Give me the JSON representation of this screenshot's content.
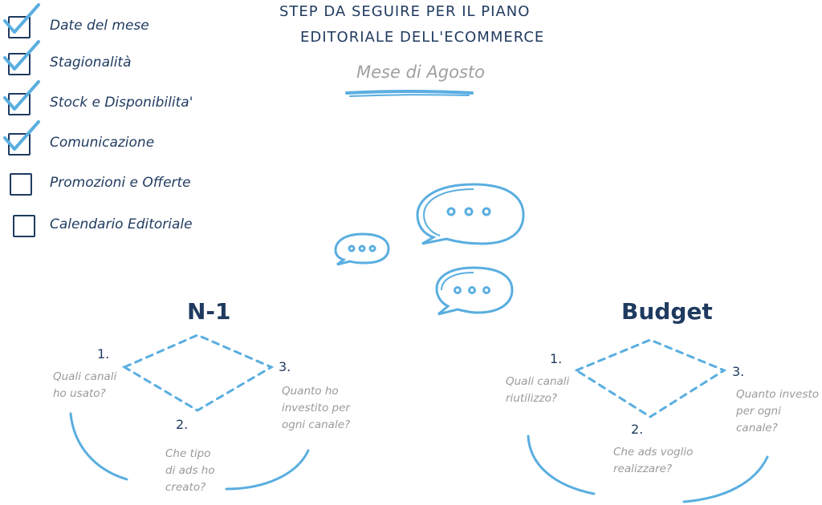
{
  "header": {
    "title_line1": "STEP DA SEGUIRE PER IL PIANO",
    "title_line2": "EDITORIALE DELL'ECOMMERCE",
    "subtitle": "Mese di Agosto"
  },
  "checklist": [
    {
      "label": "Date del mese",
      "checked": true
    },
    {
      "label": "Stagionalità",
      "checked": true
    },
    {
      "label": "Stock e Disponibilita'",
      "checked": true
    },
    {
      "label": "Comunicazione",
      "checked": true
    },
    {
      "label": "Promozioni e Offerte",
      "checked": false
    },
    {
      "label": "Calendario Editoriale",
      "checked": false
    }
  ],
  "diagrams": {
    "left": {
      "title": "N-1",
      "steps": [
        {
          "num": "1.",
          "text": "Quali canali\nho usato?"
        },
        {
          "num": "2.",
          "text": "Che tipo\ndi ads ho\ncreato?"
        },
        {
          "num": "3.",
          "text": "Quanto ho\ninvestito per\nogni canale?"
        }
      ]
    },
    "right": {
      "title": "Budget",
      "steps": [
        {
          "num": "1.",
          "text": "Quali canali\nriutilizzo?"
        },
        {
          "num": "2.",
          "text": "Che ads voglio\nrealizzare?"
        },
        {
          "num": "3.",
          "text": "Quanto investo\nper ogni canale?"
        }
      ]
    }
  },
  "colors": {
    "navy": "#1f3a5f",
    "accent_blue": "#5aaee0",
    "grey_text": "#9a9a9a"
  },
  "icons": {
    "speech_bubbles": [
      "speech-bubble-icon",
      "speech-bubble-icon",
      "speech-bubble-icon"
    ],
    "check": "checkmark-icon"
  }
}
